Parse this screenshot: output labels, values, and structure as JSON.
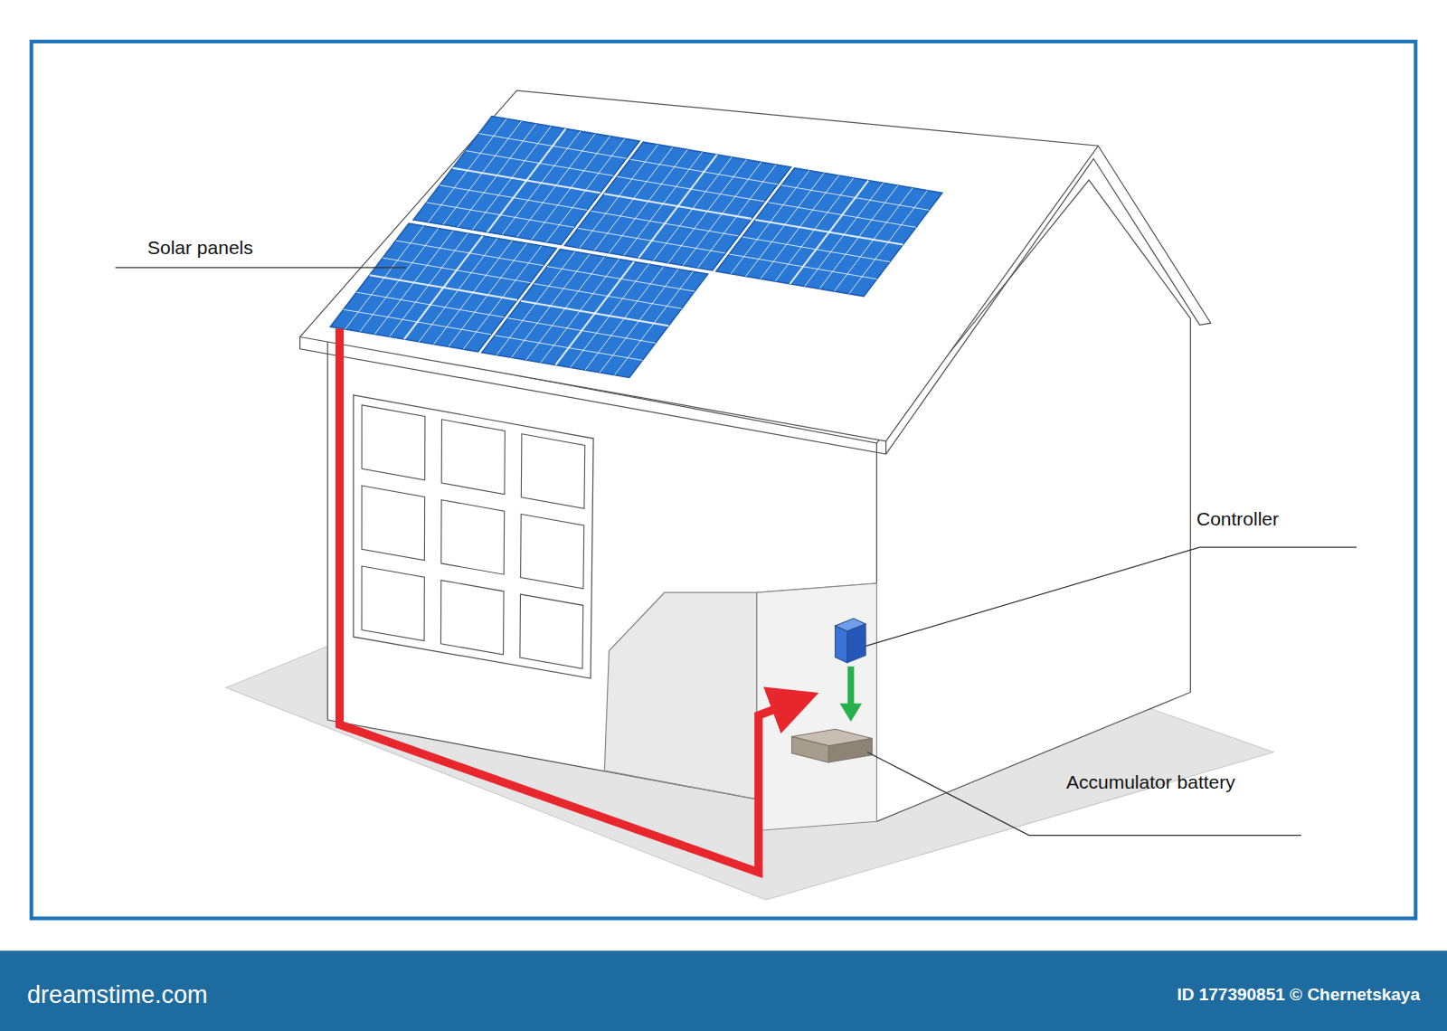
{
  "diagram": {
    "labels": [
      "Solar panels",
      "Controller",
      "Accumulator battery",
      "dreamstime.com",
      "ID 177390851 © Chernetskaya"
    ]
  }
}
